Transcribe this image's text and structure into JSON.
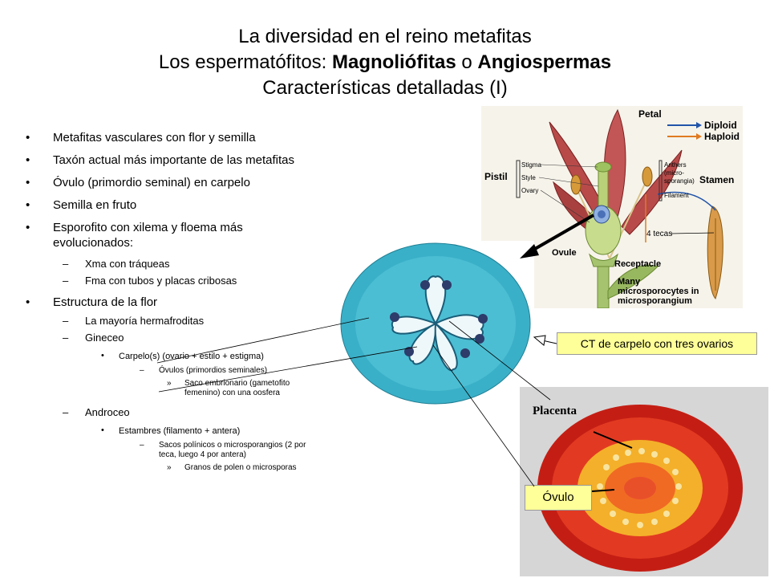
{
  "title": {
    "line1": "La diversidad en el reino metafitas",
    "line2_prefix": "Los espermatófitos: ",
    "line2_bold1": "Magnoliófitas",
    "line2_mid": " o ",
    "line2_bold2": "Angiospermas",
    "line3": "Características detalladas (I)"
  },
  "bullets": {
    "b1": "Metafitas vasculares con flor y semilla",
    "b2": "Taxón actual más importante de las metafitas",
    "b3": "Óvulo (primordio seminal) en carpelo",
    "b4": "Semilla en fruto",
    "b5": "Esporofito con xilema y floema más evolucionados:",
    "b5_1": "Xma con tráqueas",
    "b5_2": "Fma con tubos y placas cribosas",
    "b6": "Estructura de la flor",
    "b6_1": "La mayoría hermafroditas",
    "b6_2": "Gineceo",
    "b6_2_1": "Carpelo(s) (ovario + estilo + estigma)",
    "b6_2_1_1": "Óvulos (primordios seminales)",
    "b6_2_1_1_1": "Saco embrionario (gametofito femenino) con una oosfera",
    "b6_3": "Androceo",
    "b6_3_1": "Estambres (filamento + antera)",
    "b6_3_1_1": "Sacos polínicos o microsporangios (2 por teca, luego 4 por antera)",
    "b6_3_1_1_1": "Granos de polen o microsporas"
  },
  "markers": {
    "l1": "•",
    "l2": "–",
    "l3": "•",
    "l4": "–",
    "l5": "»"
  },
  "flower": {
    "petal": "Petal",
    "diploid": "Diploid",
    "haploid": "Haploid",
    "pistil": "Pistil",
    "stigma": "Stigma",
    "style": "Style",
    "ovary": "Ovary",
    "anthers": "Anthers",
    "anthers_sub1": "(micro-",
    "anthers_sub2": "sporangia)",
    "filament": "Filament",
    "stamen": "Stamen",
    "ovule": "Ovule",
    "receptacle": "Receptacle",
    "many1": "Many",
    "many2": "microsporocytes in",
    "many3": "microsporangium",
    "tecas": "4 tecas"
  },
  "tomato": {
    "placenta": "Placenta"
  },
  "callouts": {
    "ct": "CT de carpelo con tres ovarios",
    "ovulo": "Óvulo"
  },
  "colors": {
    "callout_bg": "#ffff99",
    "section_stain": "#3ab0c8",
    "tomato_red": "#d8281c",
    "diploid_arrow": "#2255aa",
    "haploid_arrow": "#e07a20"
  }
}
